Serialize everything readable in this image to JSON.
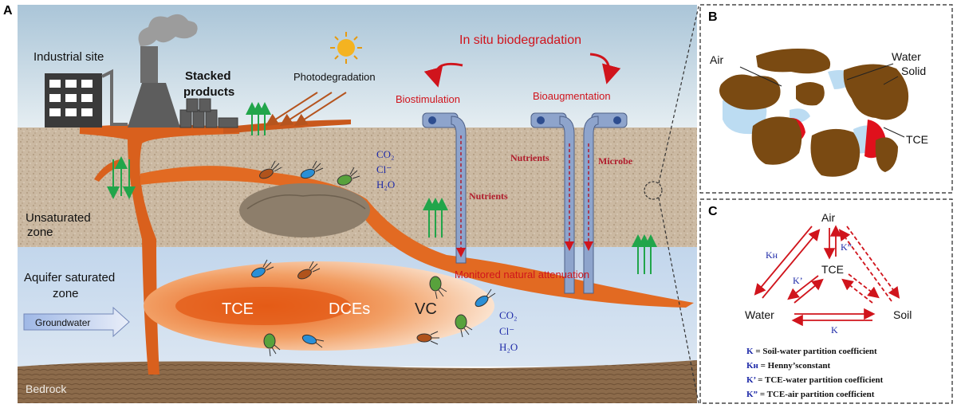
{
  "panels": {
    "a": "A",
    "b": "B",
    "c": "C"
  },
  "panel_a": {
    "industrial_site": "Industrial site",
    "stacked_products_1": "Stacked",
    "stacked_products_2": "products",
    "photodegradation": "Photodegradation",
    "in_situ": "In situ biodegradation",
    "biostimulation": "Biostimulation",
    "bioaugmentation": "Bioaugmentation",
    "nutrients_1": "Nutrients",
    "nutrients_2": "Nutrients",
    "microbe": "Microbe",
    "unsaturated_1": "Unsaturated",
    "unsaturated_2": "zone",
    "aquifer_1": "Aquifer saturated",
    "aquifer_2": "zone",
    "groundwater": "Groundwater",
    "tce": "TCE",
    "dces": "DCEs",
    "vc": "VC",
    "monitored": "Monitored natural attenuation",
    "bedrock": "Bedrock",
    "products_upper": {
      "co2": "CO₂",
      "cl": "Cl⁻",
      "h2o": "H₂O"
    },
    "products_lower": {
      "co2": "CO₂",
      "cl": "Cl⁻",
      "h2o": "H₂O"
    }
  },
  "panel_b": {
    "air": "Air",
    "water": "Water",
    "solid": "Solid",
    "tce": "TCE"
  },
  "panel_c": {
    "air": "Air",
    "tce": "TCE",
    "water": "Water",
    "soil": "Soil",
    "k": "K",
    "kh": "Kʜ",
    "kp": "K’",
    "kpp": "K”",
    "legend": [
      {
        "sym": "K",
        "text": " = Soil-water partition coefficient"
      },
      {
        "sym": "Kʜ",
        "text": " = Henny’sconstant"
      },
      {
        "sym": "K’",
        "text": " = TCE-water partition coefficient"
      },
      {
        "sym": "K”",
        "text": " = TCE-air partition coefficient"
      }
    ]
  },
  "colors": {
    "sky": "#d6e6ee",
    "soil": "#cdbca6",
    "water": "#c9daec",
    "bedrock": "#8a6a4a",
    "plume": "#e2601c",
    "red": "#c8121a",
    "blue": "#1e2aa8"
  }
}
